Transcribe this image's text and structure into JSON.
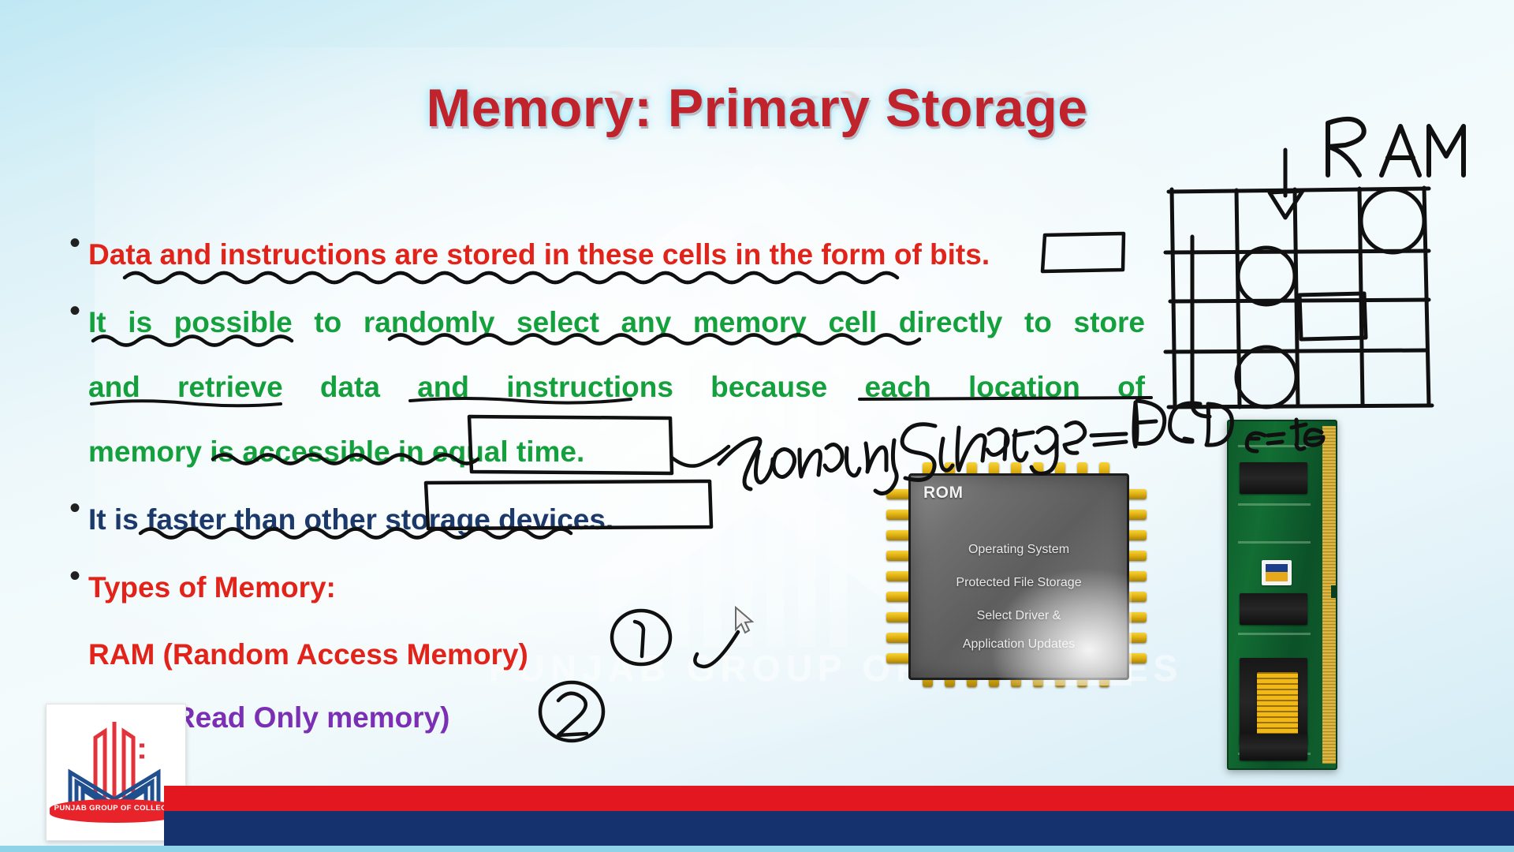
{
  "slide": {
    "title": "Memory: Primary Storage",
    "watermark": "PUNJAB GROUP OF COLLEGES",
    "bullets": [
      {
        "marker": "•",
        "color": "red",
        "lines": [
          "Data and instructions are stored in these cells in the form of bits."
        ]
      },
      {
        "marker": "•",
        "color": "green",
        "lines": [
          "It is possible to randomly select any memory cell directly to store",
          "and retrieve data and instructions because each location of",
          "memory is accessible in equal time."
        ]
      },
      {
        "marker": "•",
        "color": "navy",
        "lines": [
          "It is faster than other storage devices."
        ]
      },
      {
        "marker": "•",
        "color": "red",
        "lines": [
          "Types of Memory:"
        ]
      }
    ],
    "sub_items": [
      {
        "text": "RAM (Random Access Memory)",
        "color": "red",
        "annotation": "1"
      },
      {
        "text": "ROM (Read Only memory)",
        "color": "purple",
        "annotation": "2"
      }
    ]
  },
  "annotations": {
    "ram_label": "RAM",
    "secondary_storage": "Secondary Storage = HD, CD - etc",
    "circled_one": "1",
    "circled_two": "2"
  },
  "rom_chip": {
    "label": "ROM",
    "lines": [
      "Operating System",
      "Protected File Storage",
      "Select Driver &",
      "Application Updates"
    ]
  },
  "logo": {
    "band_text": "PUNJAB GROUP OF COLLEGES"
  },
  "colors": {
    "title_red": "#c0232b",
    "bullet_red": "#e2231a",
    "bullet_green": "#14a03c",
    "bullet_navy": "#1b3a6b",
    "bullet_purple": "#7b2fb5",
    "bar_red": "#e2171f",
    "bar_blue": "#15316e",
    "background": "#d9f0f7"
  }
}
